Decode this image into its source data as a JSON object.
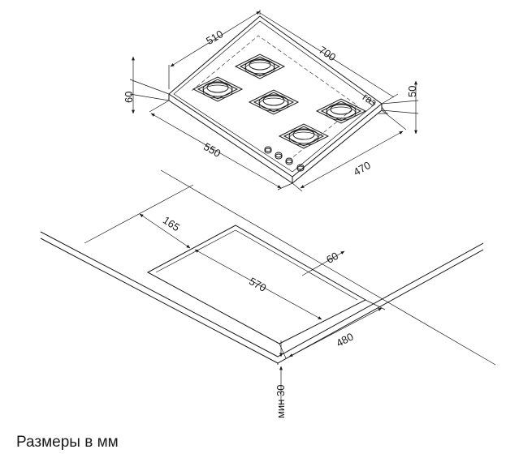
{
  "hob": {
    "width_label": "510",
    "depth_label": "700",
    "height_label": "60",
    "side_height_label": "50",
    "gas_label": "газ",
    "length_label": "550",
    "inner_width_label": "470"
  },
  "cutout": {
    "offset_label": "165",
    "edge_label": "60",
    "length_label": "570",
    "width_label": "480",
    "min_thickness_label": "мин 30"
  },
  "caption": "Размеры в мм"
}
